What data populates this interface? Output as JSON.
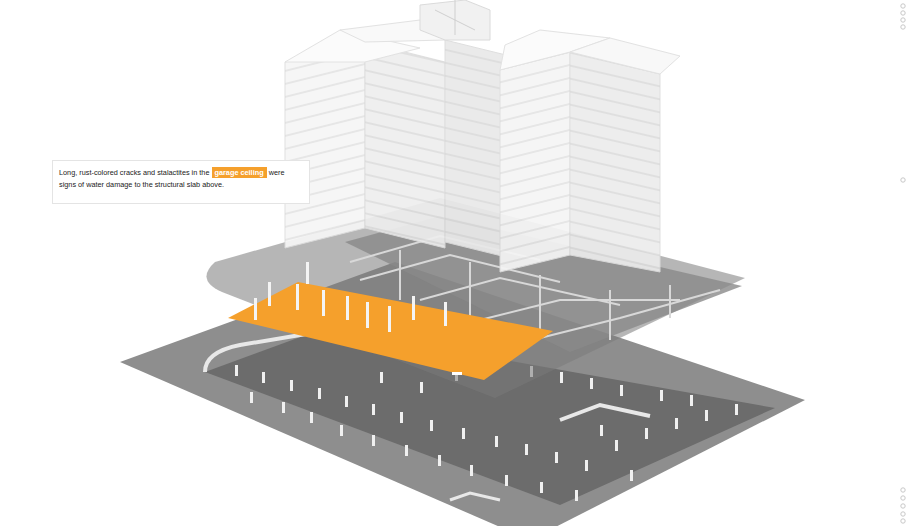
{
  "diagram": {
    "nodes": [
      {
        "text": [
          "Long, rust-colored cracks and stalactites in the",
          "garage ceiling",
          "were signs of water damage to the structural slab above."
        ]
      }
    ]
  }
}
